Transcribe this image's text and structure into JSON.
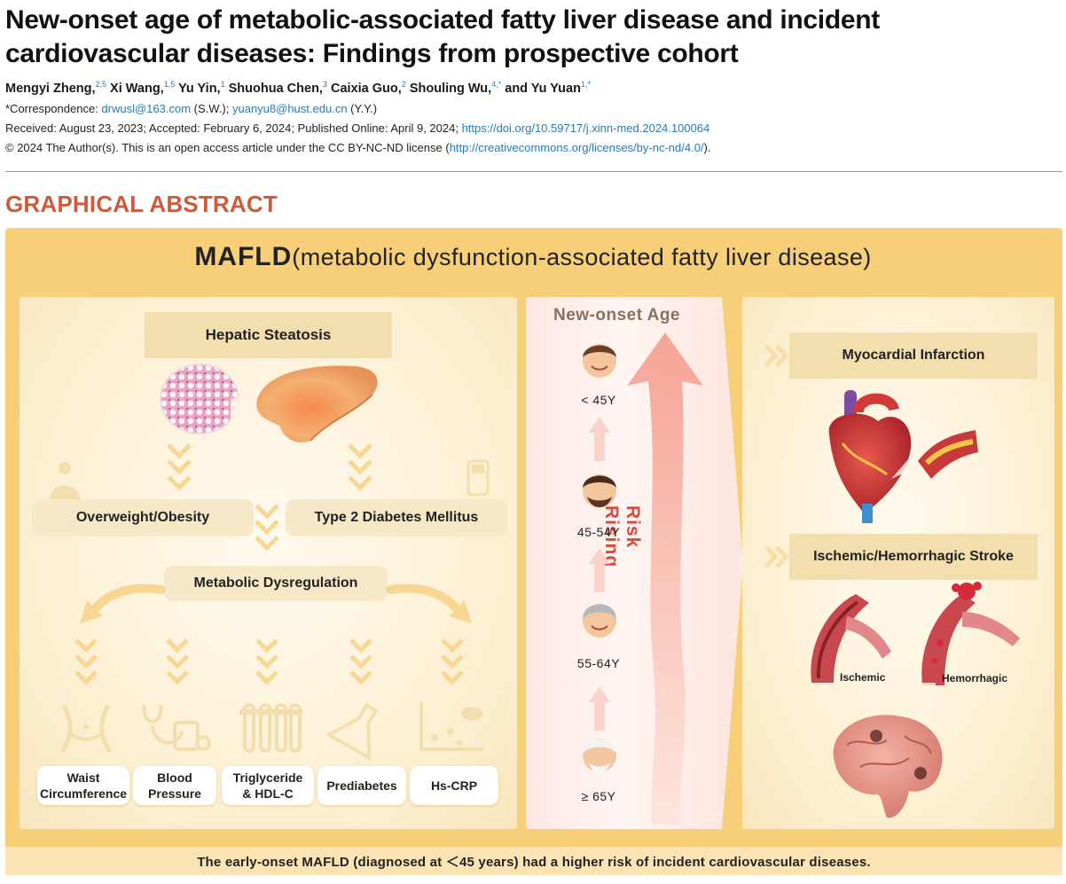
{
  "header": {
    "title_line1": "New-onset age of metabolic-associated fatty liver disease and incident",
    "title_line2": "cardiovascular diseases: Findings from prospective cohort",
    "authors": [
      {
        "name": "Mengyi Zheng,",
        "sup": "2,5"
      },
      {
        "name": "Xi Wang,",
        "sup": "1,5"
      },
      {
        "name": "Yu Yin,",
        "sup": "1"
      },
      {
        "name": "Shuohua Chen,",
        "sup": "3"
      },
      {
        "name": "Caixia Guo,",
        "sup": "2"
      },
      {
        "name": "Shouling Wu,",
        "sup": "4,*"
      },
      {
        "name": "and Yu Yuan",
        "sup": "1,*"
      }
    ],
    "correspondence_prefix": "*Correspondence: ",
    "email1": "drwusl@163.com",
    "email1_note": " (S.W.); ",
    "email2": "yuanyu8@hust.edu.cn",
    "email2_note": " (Y.Y.)",
    "dates": "Received: August 23, 2023; Accepted: February 6, 2024; Published Online: April 9, 2024; ",
    "doi": "https://doi.org/10.59717/j.xinn-med.2024.100064",
    "license_prefix": "© 2024 The Author(s). This is an open access article under the CC BY-NC-ND license (",
    "license_url": "http://creativecommons.org/licenses/by-nc-nd/4.0/",
    "license_suffix": ")."
  },
  "graphical_abstract": {
    "heading": "GRAPHICAL ABSTRACT",
    "banner_abbr": "MAFLD",
    "banner_full": "(metabolic dysfunction-associated fatty liver disease)",
    "left": {
      "hepatic": "Hepatic Steatosis",
      "overweight": "Overweight/Obesity",
      "diabetes": "Type 2 Diabetes Mellitus",
      "dysregulation": "Metabolic Dysregulation",
      "factors": [
        {
          "line1": "Waist",
          "line2": "Circumference"
        },
        {
          "line1": "Blood",
          "line2": "Pressure"
        },
        {
          "line1": "Triglyceride",
          "line2": "& HDL-C"
        },
        {
          "line1": "Prediabetes",
          "line2": ""
        },
        {
          "line1": "Hs-CRP",
          "line2": ""
        }
      ]
    },
    "middle": {
      "title": "New-onset Age",
      "ages": [
        "< 45Y",
        "45-54Y",
        "55-64Y",
        "≥ 65Y"
      ],
      "risk": "Risk Rising"
    },
    "right": {
      "mi": "Myocardial Infarction",
      "stroke": "Ischemic/Hemorrhagic Stroke",
      "ischemic": "Ischemic",
      "hemorrhagic": "Hemorrhagic"
    },
    "conclusion": "The early-onset MAFLD (diagnosed at ＜45 years) had a higher risk of incident cardiovascular diseases."
  }
}
